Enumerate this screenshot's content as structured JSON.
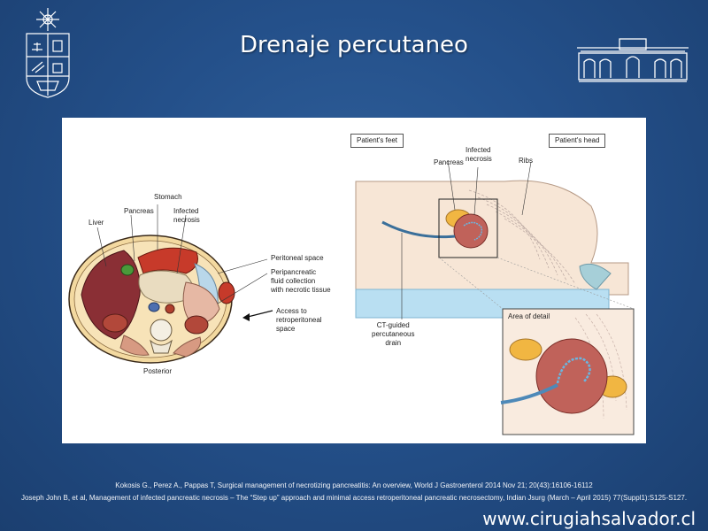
{
  "title": "Drenaje percutaneo",
  "figure": {
    "left_diagram": {
      "liver": "Liver",
      "pancreas": "Pancreas",
      "stomach": "Stomach",
      "infected_necrosis": "Infected\nnecrosis",
      "peritoneal_space": "Peritoneal space",
      "peripancreatic": "Peripancreatic\nfluid collection\nwith necrotic tissue",
      "access": "Access to\nretroperitoneal\nspace",
      "posterior": "Posterior"
    },
    "right_diagram": {
      "patients_feet": "Patient's feet",
      "patients_head": "Patient's head",
      "pancreas": "Pancreas",
      "infected_necrosis": "Infected\nnecrosis",
      "ribs": "Ribs",
      "ct_guided": "CT-guided\npercutaneous\ndrain",
      "area_of_detail": "Area of detail"
    }
  },
  "references": {
    "ref1": "Kokosis G., Perez A., Pappas T, Surgical management of necrotizing pancreatitis: An overview, World J Gastroenterol 2014 Nov 21; 20(43):16106-16112",
    "ref2": "Joseph John B, et al, Management of infected pancreatic necrosis – The “Step up” approach and minimal access retroperitoneal pancreatic necrosectomy, Indian Jsurg (March – April 2015) 77(Suppl1):S125-S127."
  },
  "website": "www.cirugiahsalvador.cl",
  "colors": {
    "background": "#24508a",
    "panel": "#ffffff"
  }
}
